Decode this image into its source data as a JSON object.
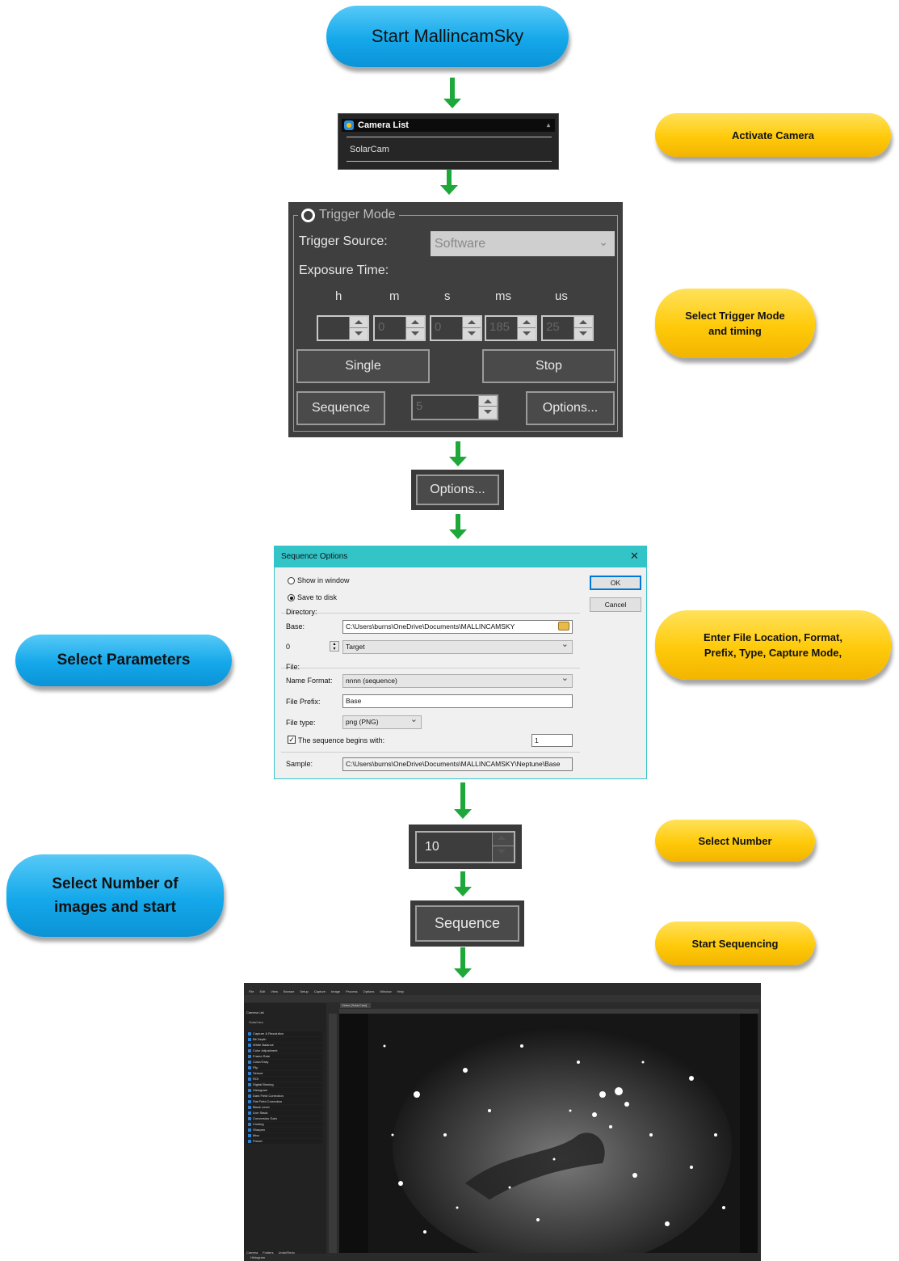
{
  "flow": {
    "start": "Start MallincamSky",
    "labels_right": {
      "activate": "Activate Camera",
      "trigger_line1": "Select Trigger Mode",
      "trigger_line2": "and timing",
      "enter_line1": "Enter File Location, Format,",
      "enter_line2": "Prefix, Type, Capture Mode,",
      "select_number": "Select Number",
      "start_seq": "Start Sequencing"
    },
    "labels_left": {
      "select_params": "Select Parameters",
      "select_num_line1": "Select Number of",
      "select_num_line2": "images and start"
    }
  },
  "camera_list": {
    "title": "Camera List",
    "item": "SolarCam"
  },
  "trigger": {
    "title": "Trigger Mode",
    "source_label": "Trigger Source:",
    "source_value": "Software",
    "exposure_label": "Exposure Time:",
    "units": [
      "h",
      "m",
      "s",
      "ms",
      "us"
    ],
    "values": [
      "",
      "0",
      "0",
      "185",
      "25"
    ],
    "single": "Single",
    "stop": "Stop",
    "sequence": "Sequence",
    "seq_count": "5",
    "options": "Options..."
  },
  "options_button": "Options...",
  "dialog": {
    "title": "Sequence Options",
    "close": "✕",
    "show_in_window": "Show in window",
    "save_to_disk": "Save to disk",
    "directory_group": "Directory:",
    "base_label": "Base:",
    "base_value": "C:\\Users\\burns\\OneDrive\\Documents\\MALLINCAMSKY",
    "subdir_index": "0",
    "subdir_value": "Target",
    "file_group": "File:",
    "name_format_label": "Name Format:",
    "name_format_value": "nnnn (sequence)",
    "prefix_label": "File Prefix:",
    "prefix_value": "Base",
    "type_label": "File type:",
    "type_value": "png (PNG)",
    "begins_label": "The sequence begins with:",
    "begins_value": "1",
    "sample_label": "Sample:",
    "sample_value": "C:\\Users\\burns\\OneDrive\\Documents\\MALLINCAMSKY\\Neptune\\Base",
    "ok": "OK",
    "cancel": "Cancel"
  },
  "number_spinner": {
    "value": "10"
  },
  "sequence_button": "Sequence",
  "app": {
    "menus": [
      "File",
      "Edit",
      "View",
      "Browse",
      "Setup",
      "Capture",
      "Image",
      "Process",
      "Options",
      "Window",
      "Help"
    ],
    "tab": "Video [SolarCam]",
    "sidebar_title": "Camera List",
    "sidebar_camera": "SolarCam",
    "sidebar_items": [
      "Capture & Resolution",
      "Bit Depth",
      "White Balance",
      "Color Adjustment",
      "Frame Rate",
      "Color/Gray",
      "Flip",
      "Sensor",
      "ROI",
      "Digital Binning",
      "Histogram",
      "Dark Field Correction",
      "Flat Field Correction",
      "Black Level",
      "Live Stack",
      "Conversion Gain",
      "Cooling",
      "Sharpen",
      "Misc",
      "Preset"
    ],
    "bottom_tabs": [
      "Camera",
      "Folders",
      "Undo/Redo"
    ],
    "bottom_panel": "Histogram"
  },
  "colors": {
    "pill_blue": "#14a8ea",
    "pill_yellow": "#ffca0a",
    "arrow_green": "#1fa83a",
    "dialog_title_bar": "#33c4c8"
  }
}
